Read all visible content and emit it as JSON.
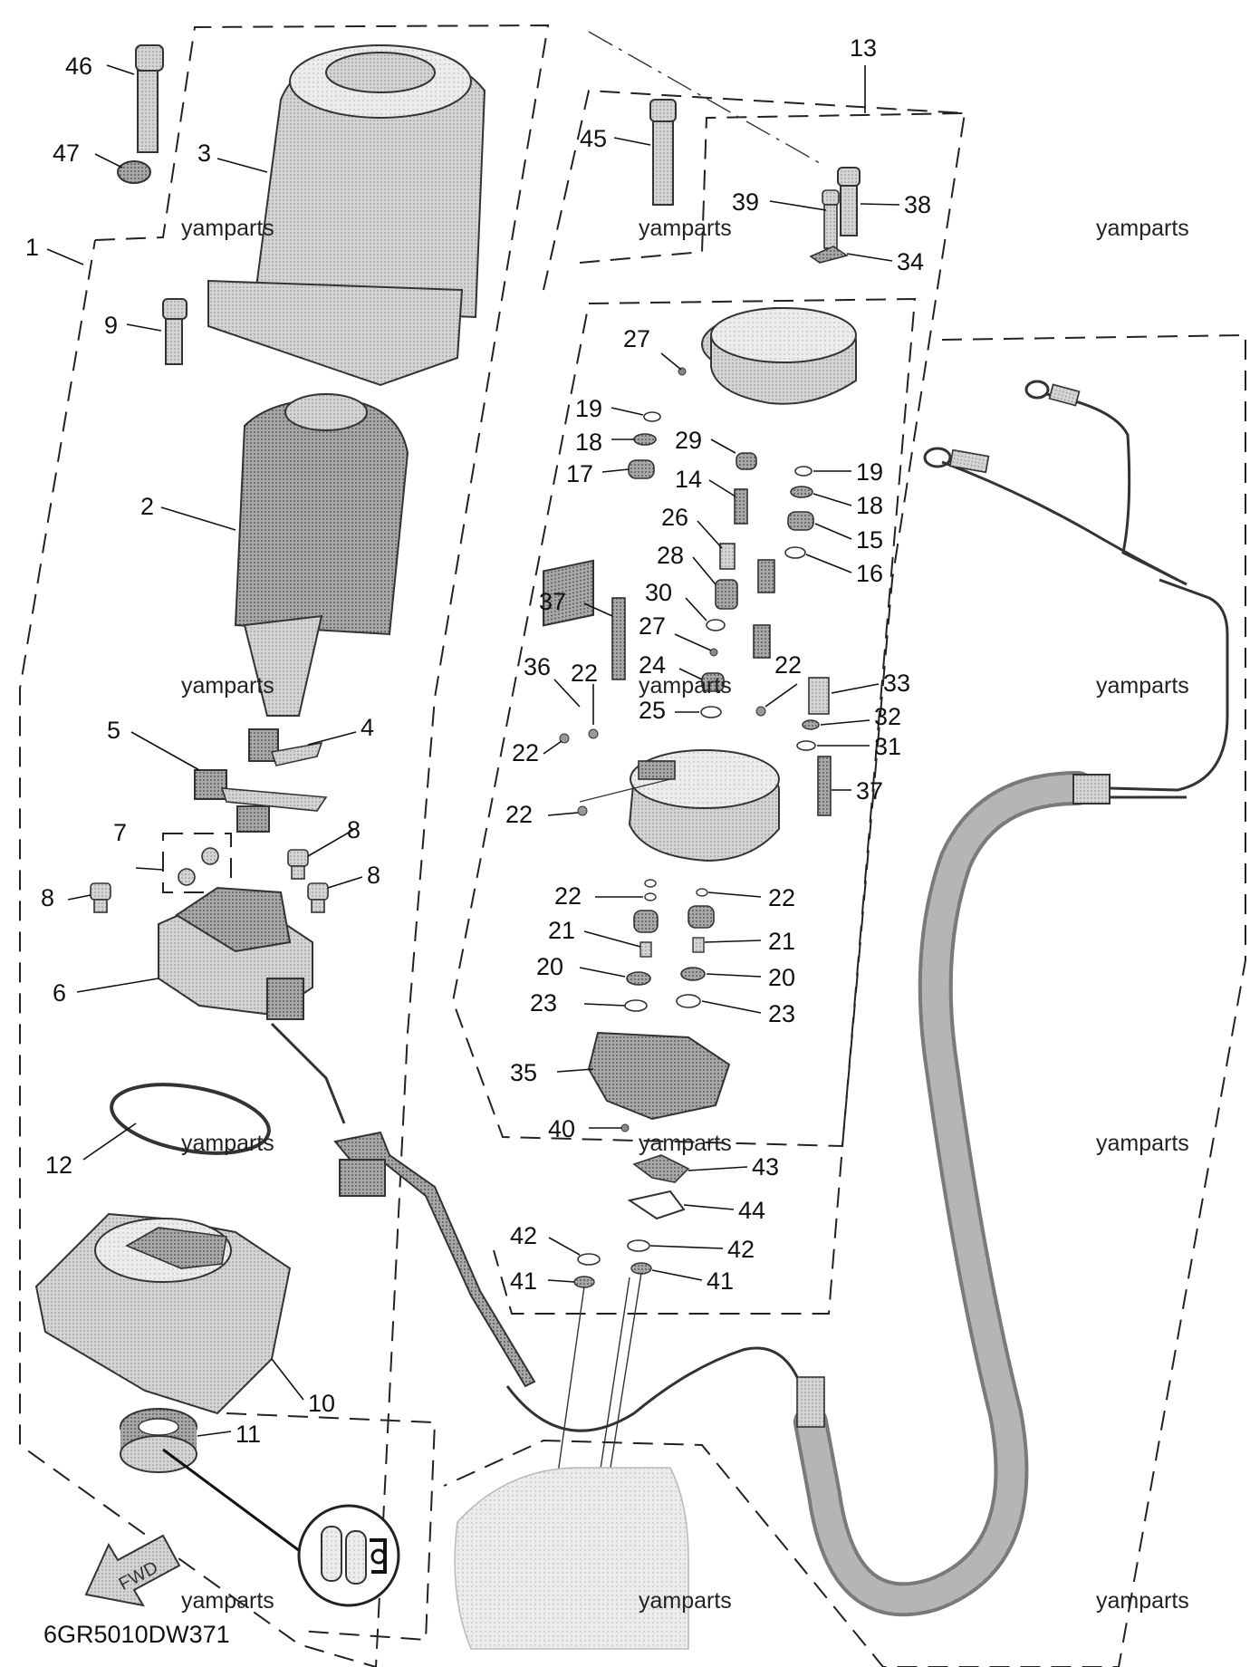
{
  "diagram": {
    "callouts": [
      {
        "id": "c46",
        "label": "46"
      },
      {
        "id": "c47",
        "label": "47"
      },
      {
        "id": "c3",
        "label": "3"
      },
      {
        "id": "c1",
        "label": "1"
      },
      {
        "id": "c9",
        "label": "9"
      },
      {
        "id": "c2",
        "label": "2"
      },
      {
        "id": "c5",
        "label": "5"
      },
      {
        "id": "c4",
        "label": "4"
      },
      {
        "id": "c7",
        "label": "7"
      },
      {
        "id": "c8a",
        "label": "8"
      },
      {
        "id": "c8b",
        "label": "8"
      },
      {
        "id": "c8c",
        "label": "8"
      },
      {
        "id": "c6",
        "label": "6"
      },
      {
        "id": "c12",
        "label": "12"
      },
      {
        "id": "c10",
        "label": "10"
      },
      {
        "id": "c11",
        "label": "11"
      },
      {
        "id": "c13",
        "label": "13"
      },
      {
        "id": "c45",
        "label": "45"
      },
      {
        "id": "c39",
        "label": "39"
      },
      {
        "id": "c38",
        "label": "38"
      },
      {
        "id": "c34",
        "label": "34"
      },
      {
        "id": "c27a",
        "label": "27"
      },
      {
        "id": "c19a",
        "label": "19"
      },
      {
        "id": "c18a",
        "label": "18"
      },
      {
        "id": "c29",
        "label": "29"
      },
      {
        "id": "c17",
        "label": "17"
      },
      {
        "id": "c19b",
        "label": "19"
      },
      {
        "id": "c14",
        "label": "14"
      },
      {
        "id": "c18b",
        "label": "18"
      },
      {
        "id": "c26",
        "label": "26"
      },
      {
        "id": "c15",
        "label": "15"
      },
      {
        "id": "c16",
        "label": "16"
      },
      {
        "id": "c28",
        "label": "28"
      },
      {
        "id": "c30",
        "label": "30"
      },
      {
        "id": "c37a",
        "label": "37"
      },
      {
        "id": "c27b",
        "label": "27"
      },
      {
        "id": "c24",
        "label": "24"
      },
      {
        "id": "c36",
        "label": "36"
      },
      {
        "id": "c22a",
        "label": "22"
      },
      {
        "id": "c22b",
        "label": "22"
      },
      {
        "id": "c33",
        "label": "33"
      },
      {
        "id": "c25",
        "label": "25"
      },
      {
        "id": "c32",
        "label": "32"
      },
      {
        "id": "c31",
        "label": "31"
      },
      {
        "id": "c22c",
        "label": "22"
      },
      {
        "id": "c37b",
        "label": "37"
      },
      {
        "id": "c22d",
        "label": "22"
      },
      {
        "id": "c22e",
        "label": "22"
      },
      {
        "id": "c22f",
        "label": "22"
      },
      {
        "id": "c21a",
        "label": "21"
      },
      {
        "id": "c21b",
        "label": "21"
      },
      {
        "id": "c20a",
        "label": "20"
      },
      {
        "id": "c20b",
        "label": "20"
      },
      {
        "id": "c23a",
        "label": "23"
      },
      {
        "id": "c23b",
        "label": "23"
      },
      {
        "id": "c35",
        "label": "35"
      },
      {
        "id": "c40",
        "label": "40"
      },
      {
        "id": "c43",
        "label": "43"
      },
      {
        "id": "c44",
        "label": "44"
      },
      {
        "id": "c42a",
        "label": "42"
      },
      {
        "id": "c42b",
        "label": "42"
      },
      {
        "id": "c41a",
        "label": "41"
      },
      {
        "id": "c41b",
        "label": "41"
      }
    ],
    "watermark": "yamparts",
    "fwd_label": "FWD",
    "drawing_code": "6GR5010DW371"
  }
}
